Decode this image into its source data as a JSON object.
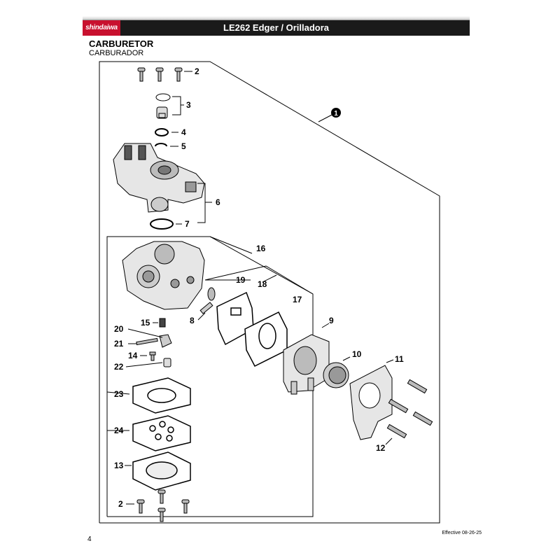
{
  "header": {
    "brand": "shindaiwa",
    "title": "LE262 Edger / Orilladora"
  },
  "section": {
    "title": "CARBURETOR",
    "subtitle": "CARBURADOR"
  },
  "assembly_callout": "1",
  "callouts": [
    {
      "id": "c2a",
      "text": "2"
    },
    {
      "id": "c3",
      "text": "3"
    },
    {
      "id": "c4",
      "text": "4"
    },
    {
      "id": "c5",
      "text": "5"
    },
    {
      "id": "c6",
      "text": "6"
    },
    {
      "id": "c7",
      "text": "7"
    },
    {
      "id": "c16",
      "text": "16"
    },
    {
      "id": "c19",
      "text": "19"
    },
    {
      "id": "c18",
      "text": "18"
    },
    {
      "id": "c17",
      "text": "17"
    },
    {
      "id": "c8",
      "text": "8"
    },
    {
      "id": "c15",
      "text": "15"
    },
    {
      "id": "c20",
      "text": "20"
    },
    {
      "id": "c21",
      "text": "21"
    },
    {
      "id": "c14",
      "text": "14"
    },
    {
      "id": "c22",
      "text": "22"
    },
    {
      "id": "c9",
      "text": "9"
    },
    {
      "id": "c10",
      "text": "10"
    },
    {
      "id": "c11",
      "text": "11"
    },
    {
      "id": "c23",
      "text": "23"
    },
    {
      "id": "c24",
      "text": "24"
    },
    {
      "id": "c12",
      "text": "12"
    },
    {
      "id": "c13",
      "text": "13"
    },
    {
      "id": "c2b",
      "text": "2"
    }
  ],
  "footer": {
    "page_number": "4",
    "effective": "Effective 08-26-25"
  }
}
